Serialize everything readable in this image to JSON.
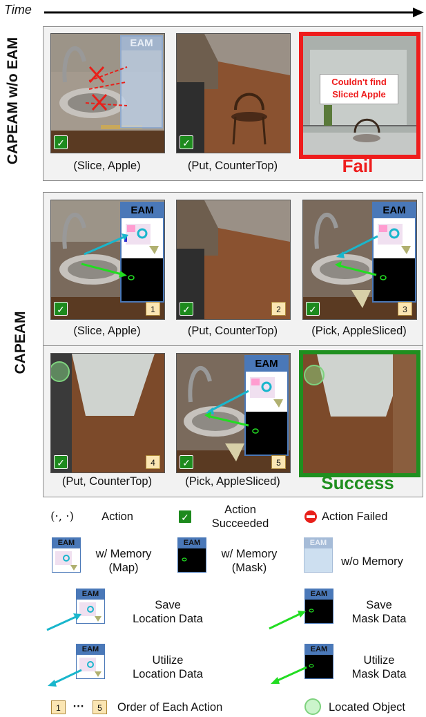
{
  "header": {
    "time_label": "Time"
  },
  "rows": {
    "baseline_label": "CAPEAM w/o EAM",
    "main_label": "CAPEAM"
  },
  "baseline": {
    "captions": [
      "(Slice, Apple)",
      "(Put, CounterTop)"
    ],
    "result": "Fail",
    "fail_message_line1": "Couldn't find",
    "fail_message_line2": "Sliced Apple"
  },
  "capeam": {
    "captions": [
      "(Slice, Apple)",
      "(Put, CounterTop)",
      "(Pick, AppleSliced)",
      "(Put, CounterTop)",
      "(Pick, AppleSliced)"
    ],
    "orders": [
      "1",
      "2",
      "3",
      "4",
      "5"
    ],
    "result": "Success"
  },
  "eam_label": "EAM",
  "check_glyph": "✓",
  "legend": {
    "action_symbol": "(·, ·)",
    "action": "Action",
    "action_succeeded_line1": "Action",
    "action_succeeded_line2": "Succeeded",
    "action_failed": "Action Failed",
    "with_memory_map_line1": "w/ Memory",
    "with_memory_map_line2": "(Map)",
    "with_memory_mask_line1": "w/ Memory",
    "with_memory_mask_line2": "(Mask)",
    "without_memory": "w/o Memory",
    "save_location_line1": "Save",
    "save_location_line2": "Location Data",
    "save_mask_line1": "Save",
    "save_mask_line2": "Mask Data",
    "utilize_location_line1": "Utilize",
    "utilize_location_line2": "Location Data",
    "utilize_mask_line1": "Utilize",
    "utilize_mask_line2": "Mask Data",
    "order_first": "1",
    "order_ellipsis": "···",
    "order_last": "5",
    "order_text": "Order of Each Action",
    "located_object": "Located Object"
  },
  "colors": {
    "fail": "#ee1c1c",
    "success": "#1f8f1f",
    "eam_blue": "#4a78b8",
    "cyan_arrow": "#19b6cc",
    "green_arrow": "#22dd22"
  }
}
